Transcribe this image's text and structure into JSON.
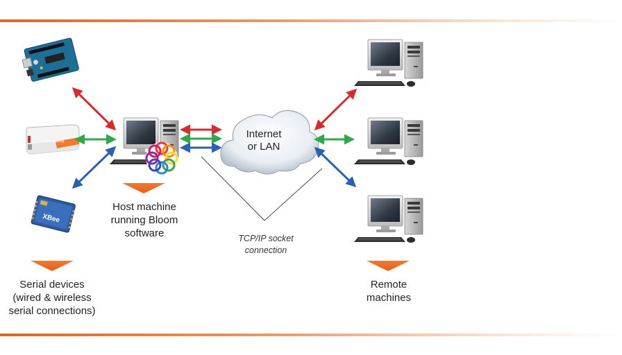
{
  "labels": {
    "host": "Host machine\nrunning Bloom\nsoftware",
    "cloud": "Internet\nor LAN",
    "tcp": "TCP/IP socket\nconnection",
    "serial": "Serial devices\n(wired & wireless\nserial connections)",
    "remote": "Remote\nmachines"
  },
  "device_marks": {
    "router_logo": "sheevaplug",
    "xbee_logo": "XBee"
  },
  "colors": {
    "accent_orange": "#e2641f",
    "arrow_red": "#d82b2b",
    "arrow_green": "#2fa84a",
    "arrow_blue": "#2a5fb6"
  }
}
